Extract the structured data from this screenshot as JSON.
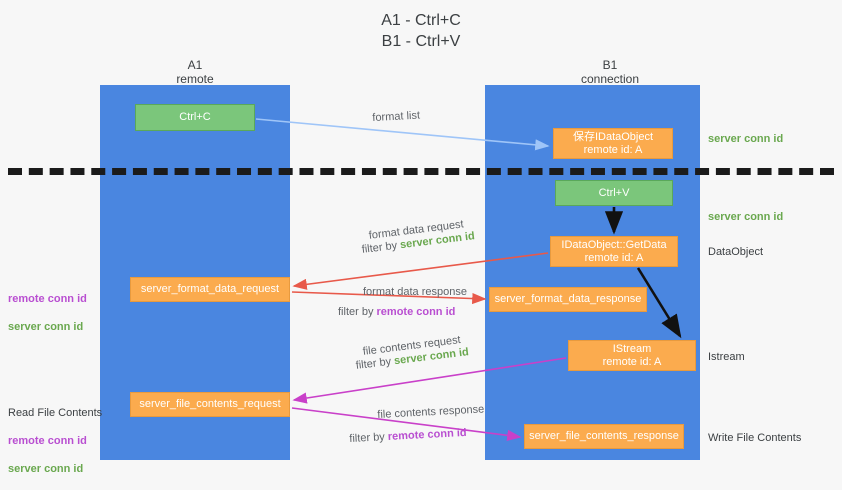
{
  "title": "A1 - Ctrl+C\nB1 - Ctrl+V",
  "columns": {
    "left": {
      "name": "A1",
      "role": "remote",
      "label": "A1\nremote"
    },
    "right": {
      "name": "B1",
      "role": "connection",
      "label": "B1\nconnection"
    }
  },
  "nodes": {
    "ctrl_c": {
      "label": "Ctrl+C",
      "color": "#7bc67b",
      "kind": "green"
    },
    "save_idataobject": {
      "label": "保存IDataObject\nremote id: A",
      "color": "#fbab4e",
      "kind": "orange"
    },
    "ctrl_v": {
      "label": "Ctrl+V",
      "color": "#7bc67b",
      "kind": "green"
    },
    "getdata": {
      "label": "IDataObject::GetData\nremote id: A",
      "color": "#fbab4e",
      "kind": "orange"
    },
    "istream": {
      "label": "IStream\nremote id: A",
      "color": "#fbab4e",
      "kind": "orange"
    },
    "server_format_data_request": {
      "label": "server_format_data_request",
      "color": "#fbab4e",
      "kind": "orange"
    },
    "server_format_data_response": {
      "label": "server_format_data_response",
      "color": "#fbab4e",
      "kind": "orange"
    },
    "server_file_contents_request": {
      "label": "server_file_contents_request",
      "color": "#fbab4e",
      "kind": "orange"
    },
    "server_file_contents_response": {
      "label": "server_file_contents_response",
      "color": "#fbab4e",
      "kind": "orange"
    }
  },
  "flows": {
    "format_list": {
      "label": "format list",
      "color": "#5f6368"
    },
    "format_data_request": {
      "label": "format data request",
      "filter_prefix": "filter by ",
      "filter_value": "server conn id"
    },
    "format_data_response": {
      "label": "format data response",
      "filter_prefix": "filter by ",
      "filter_value": "remote conn id"
    },
    "file_contents_request": {
      "label": "file contents request",
      "filter_prefix": "filter by ",
      "filter_value": "server conn id"
    },
    "file_contents_response": {
      "label": "file contents response",
      "filter_prefix": "filter by ",
      "filter_value": "remote conn id"
    }
  },
  "annotations": {
    "server_conn_id_top": "server conn id",
    "server_conn_id_mid": "server conn id",
    "dataobject": "DataObject",
    "istream": "Istream",
    "write_file_contents": "Write File Contents",
    "read_file_contents": "Read File Contents",
    "remote_conn_id": "remote conn id",
    "server_conn_id": "server conn id"
  },
  "colors": {
    "lane": "#4a86e0",
    "green_box": "#7bc67b",
    "orange_box": "#fbab4e",
    "green_text": "#6aa84f",
    "purple_text": "#b94fd1",
    "arrow_blue": "#9fc5f8",
    "arrow_red": "#e8594a",
    "arrow_magenta": "#c councils",
    "arrow_black": "#000000",
    "background": "#f7f7f7",
    "separator": "#1b1b1b"
  }
}
